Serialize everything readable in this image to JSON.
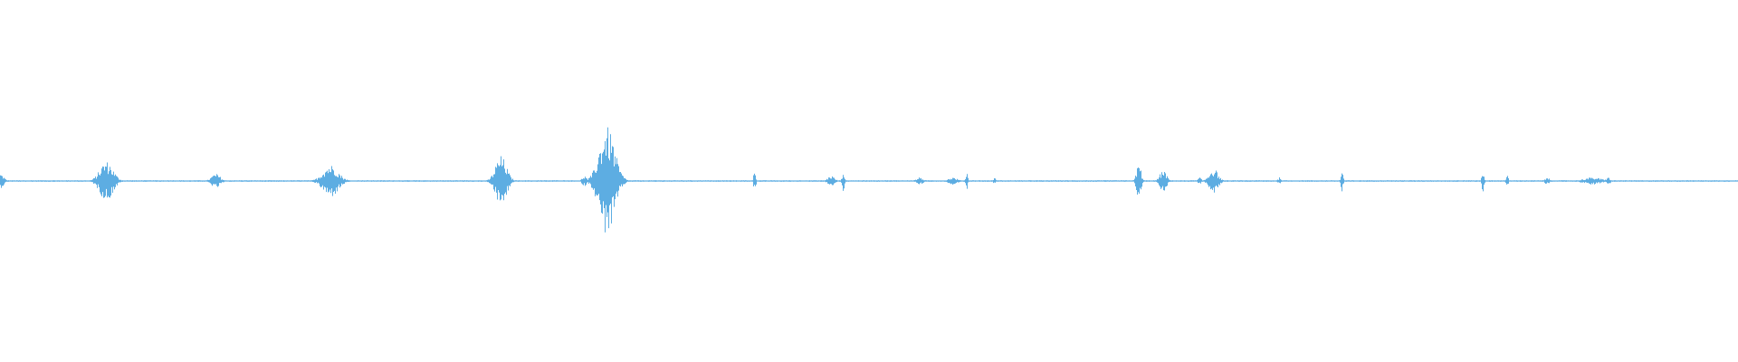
{
  "waveform": {
    "color": "#5dade2",
    "background": "#ffffff",
    "bursts": [
      {
        "t": 0.0,
        "amp": 0.04,
        "len": 0.006
      },
      {
        "t": 0.061,
        "amp": 0.11,
        "len": 0.012
      },
      {
        "t": 0.124,
        "amp": 0.04,
        "len": 0.008
      },
      {
        "t": 0.19,
        "amp": 0.09,
        "len": 0.014
      },
      {
        "t": 0.288,
        "amp": 0.14,
        "len": 0.01
      },
      {
        "t": 0.336,
        "amp": 0.03,
        "len": 0.004
      },
      {
        "t": 0.349,
        "amp": 0.3,
        "len": 0.014
      },
      {
        "t": 0.434,
        "amp": 0.06,
        "len": 0.002
      },
      {
        "t": 0.478,
        "amp": 0.03,
        "len": 0.006
      },
      {
        "t": 0.485,
        "amp": 0.06,
        "len": 0.002
      },
      {
        "t": 0.529,
        "amp": 0.02,
        "len": 0.006
      },
      {
        "t": 0.548,
        "amp": 0.02,
        "len": 0.008
      },
      {
        "t": 0.556,
        "amp": 0.05,
        "len": 0.002
      },
      {
        "t": 0.572,
        "amp": 0.02,
        "len": 0.002
      },
      {
        "t": 0.655,
        "amp": 0.1,
        "len": 0.004
      },
      {
        "t": 0.669,
        "amp": 0.06,
        "len": 0.006
      },
      {
        "t": 0.69,
        "amp": 0.02,
        "len": 0.003
      },
      {
        "t": 0.698,
        "amp": 0.07,
        "len": 0.008
      },
      {
        "t": 0.736,
        "amp": 0.02,
        "len": 0.003
      },
      {
        "t": 0.772,
        "amp": 0.06,
        "len": 0.002
      },
      {
        "t": 0.853,
        "amp": 0.06,
        "len": 0.002
      },
      {
        "t": 0.867,
        "amp": 0.03,
        "len": 0.002
      },
      {
        "t": 0.89,
        "amp": 0.02,
        "len": 0.004
      },
      {
        "t": 0.916,
        "amp": 0.02,
        "len": 0.016
      },
      {
        "t": 0.925,
        "amp": 0.02,
        "len": 0.004
      }
    ]
  }
}
